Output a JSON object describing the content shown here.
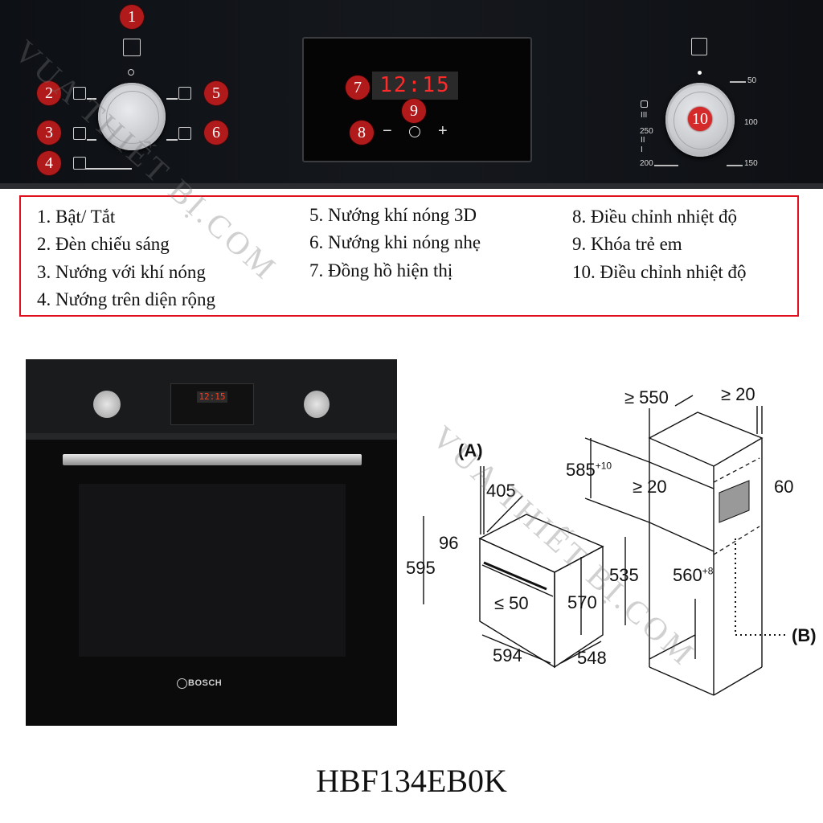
{
  "control_panel": {
    "badges": [
      "1",
      "2",
      "3",
      "4",
      "5",
      "6",
      "7",
      "8",
      "9",
      "10"
    ],
    "clock_display": "12:15",
    "controls": {
      "minus": "−",
      "clock_icon": "clock-key-icon",
      "plus": "+"
    },
    "temperature_scale": [
      "50",
      "100",
      "150",
      "200",
      "250",
      "III",
      "II",
      "I"
    ]
  },
  "legend": {
    "items": [
      "1. Bật/ Tắt",
      "2. Đèn chiếu sáng",
      "3. Nướng với khí nóng",
      "4. Nướng trên diện rộng",
      "5. Nướng khí nóng 3D",
      "6. Nướng khi nóng nhẹ",
      "7. Đồng hồ hiện thị",
      "8. Điều chỉnh nhiệt độ",
      "9. Khóa trẻ em",
      "10. Điều chỉnh nhiệt độ"
    ],
    "border_color": "#e0101e"
  },
  "oven_photo": {
    "brand": "BOSCH",
    "clock_display": "12:15"
  },
  "dimensions": {
    "label_a": "(A)",
    "label_b": "(B)",
    "d405": "405",
    "d96": "96",
    "d595": "595",
    "d594": "594",
    "d548": "548",
    "d570": "570",
    "d535": "535",
    "d_le50": "≤ 50",
    "d585": "585",
    "d585_tol": "+10",
    "d_ge550": "≥ 550",
    "d_ge20_top": "≥ 20",
    "d_ge20_mid": "≥ 20",
    "d60": "60",
    "d560": "560",
    "d560_tol": "+8"
  },
  "model": "HBF134EB0K",
  "watermark": "VUA THIẾT BỊ.COM"
}
